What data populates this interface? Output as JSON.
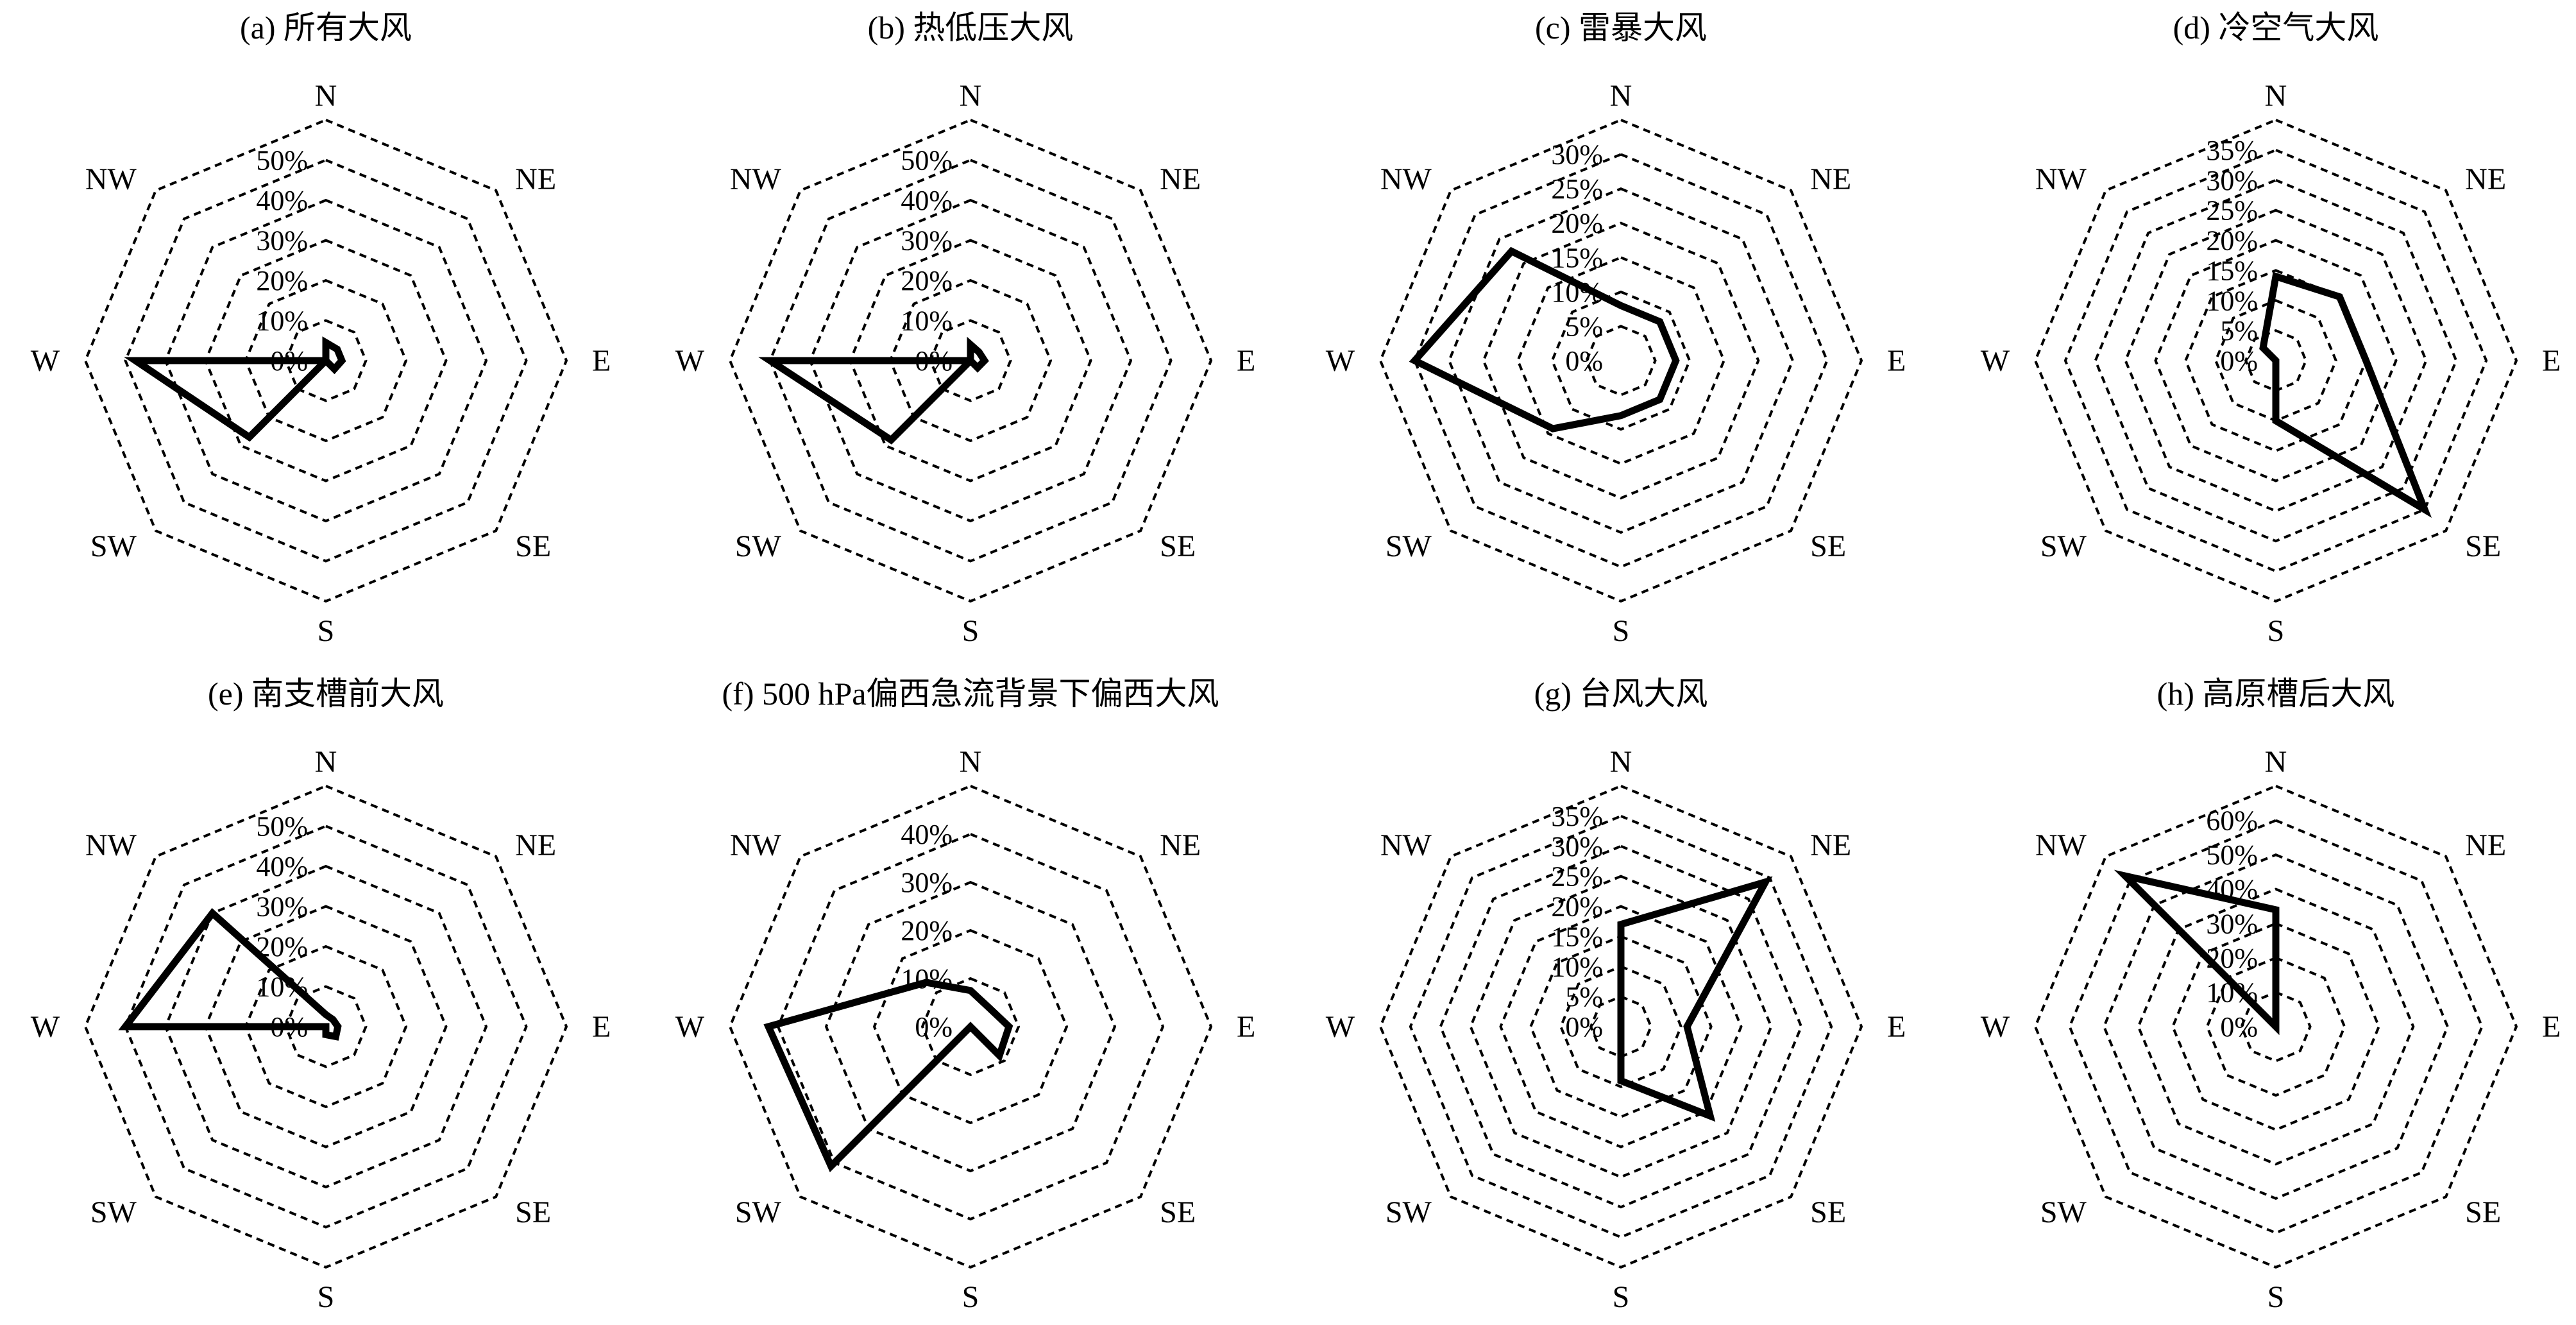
{
  "chart_data": [
    {
      "type": "radar",
      "title": "(a) 所有大风",
      "categories": [
        "N",
        "NE",
        "E",
        "SE",
        "S",
        "SW",
        "W",
        "NW"
      ],
      "tick_labels": [
        "0%",
        "10%",
        "20%",
        "30%",
        "40%",
        "50%"
      ],
      "rmax": 50,
      "values": [
        4.5,
        4,
        4,
        3,
        0,
        27,
        47.5,
        0
      ]
    },
    {
      "type": "radar",
      "title": "(b) 热低压大风",
      "categories": [
        "N",
        "NE",
        "E",
        "SE",
        "S",
        "SW",
        "W",
        "NW"
      ],
      "tick_labels": [
        "0%",
        "10%",
        "20%",
        "30%",
        "40%",
        "50%"
      ],
      "rmax": 50,
      "values": [
        4,
        3,
        3.5,
        2.5,
        0,
        28,
        50,
        0
      ]
    },
    {
      "type": "radar",
      "title": "(c) 雷暴大风",
      "categories": [
        "N",
        "NE",
        "E",
        "SE",
        "S",
        "SW",
        "W",
        "NW"
      ],
      "tick_labels": [
        "0%",
        "5%",
        "10%",
        "15%",
        "20%",
        "25%",
        "30%"
      ],
      "rmax": 30,
      "values": [
        8,
        8,
        8,
        8,
        8,
        14,
        30,
        22.5
      ]
    },
    {
      "type": "radar",
      "title": "(d) 冷空气大风",
      "categories": [
        "N",
        "NE",
        "E",
        "SE",
        "S",
        "SW",
        "W",
        "NW"
      ],
      "tick_labels": [
        "0%",
        "5%",
        "10%",
        "15%",
        "20%",
        "25%",
        "30%",
        "35%"
      ],
      "rmax": 35,
      "values": [
        14,
        15,
        15,
        35,
        10,
        0,
        0,
        3
      ]
    },
    {
      "type": "radar",
      "title": "(e) 南支槽前大风",
      "categories": [
        "N",
        "NE",
        "E",
        "SE",
        "S",
        "SW",
        "W",
        "NW"
      ],
      "tick_labels": [
        "0%",
        "10%",
        "20%",
        "30%",
        "40%",
        "50%"
      ],
      "rmax": 50,
      "values": [
        3,
        2.5,
        3,
        3.5,
        2,
        0,
        50,
        40
      ]
    },
    {
      "type": "radar",
      "title": "(f) 500 hPa偏西急流背景下偏西大风",
      "categories": [
        "N",
        "NE",
        "E",
        "SE",
        "S",
        "SW",
        "W",
        "NW"
      ],
      "tick_labels": [
        "0%",
        "10%",
        "20%",
        "30%",
        "40%"
      ],
      "rmax": 40,
      "values": [
        7.5,
        5.5,
        8,
        8.5,
        0,
        41,
        42,
        13
      ]
    },
    {
      "type": "radar",
      "title": "(g) 台风大风",
      "categories": [
        "N",
        "NE",
        "E",
        "SE",
        "S",
        "SW",
        "W",
        "NW"
      ],
      "tick_labels": [
        "0%",
        "5%",
        "10%",
        "15%",
        "20%",
        "25%",
        "30%",
        "35%"
      ],
      "rmax": 35,
      "values": [
        17,
        34,
        11,
        21,
        9,
        0,
        0,
        0
      ]
    },
    {
      "type": "radar",
      "title": "(h) 高原槽后大风",
      "categories": [
        "N",
        "NE",
        "E",
        "SE",
        "S",
        "SW",
        "W",
        "NW"
      ],
      "tick_labels": [
        "0%",
        "10%",
        "20%",
        "30%",
        "40%",
        "50%",
        "60%"
      ],
      "rmax": 60,
      "values": [
        34,
        0,
        0,
        0,
        0,
        0,
        0,
        62
      ]
    }
  ]
}
